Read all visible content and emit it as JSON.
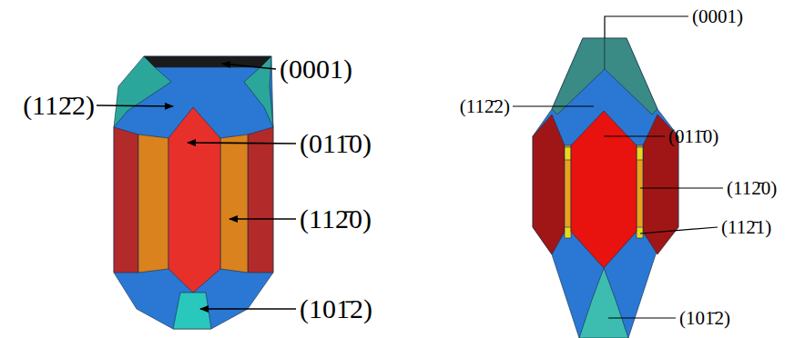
{
  "diagram": {
    "labels": [
      "(0001)",
      "(112̄2)",
      "(011̄0)",
      "(112̄0)",
      "(101̄2)",
      "(0001)",
      "(112̄2)",
      "(011̄0)",
      "(112̄0)",
      "(112̄1)",
      "(101̄2)"
    ]
  }
}
